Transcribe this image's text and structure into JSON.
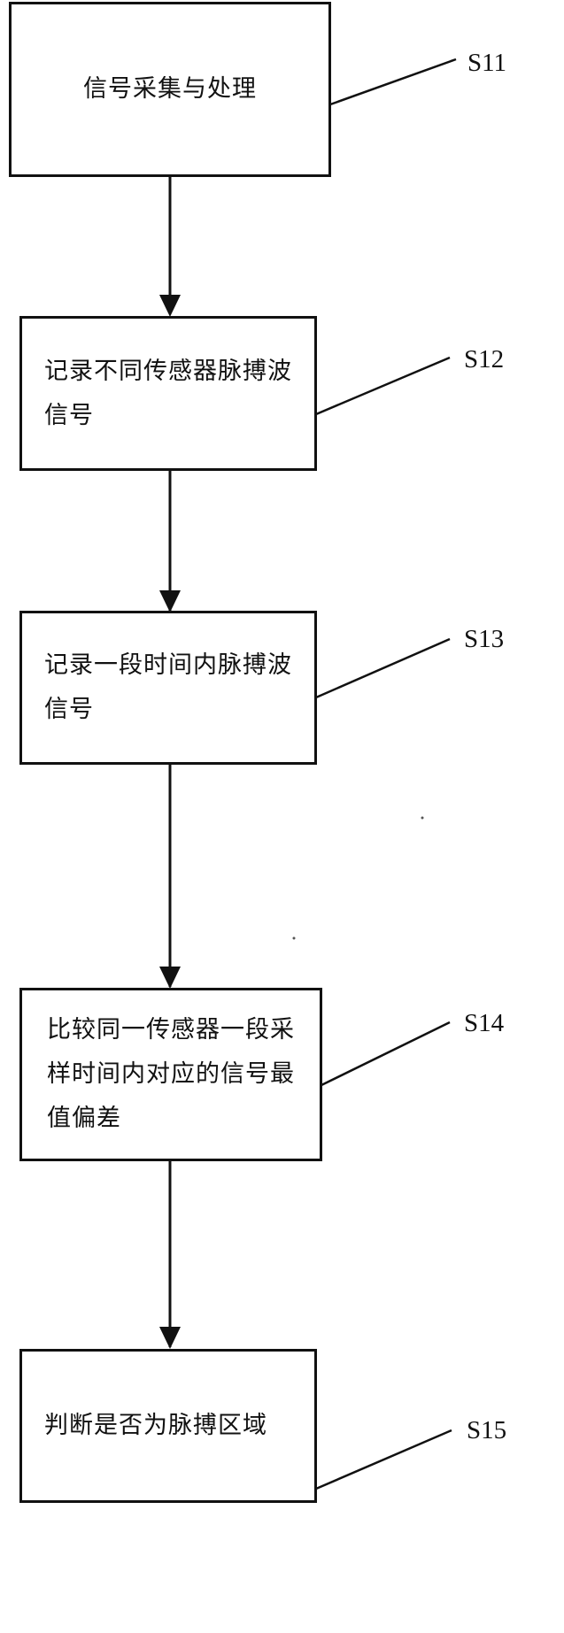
{
  "steps": [
    {
      "id": "S11",
      "text": "信号采集与处理"
    },
    {
      "id": "S12",
      "text": "记录不同传感器脉搏波信号"
    },
    {
      "id": "S13",
      "text": "记录一段时间内脉搏波信号"
    },
    {
      "id": "S14",
      "text": "比较同一传感器一段采样时间内对应的信号最值偏差"
    },
    {
      "id": "S15",
      "text": "判断是否为脉搏区域"
    }
  ],
  "colors": {
    "line": "#111111",
    "background": "#ffffff"
  }
}
